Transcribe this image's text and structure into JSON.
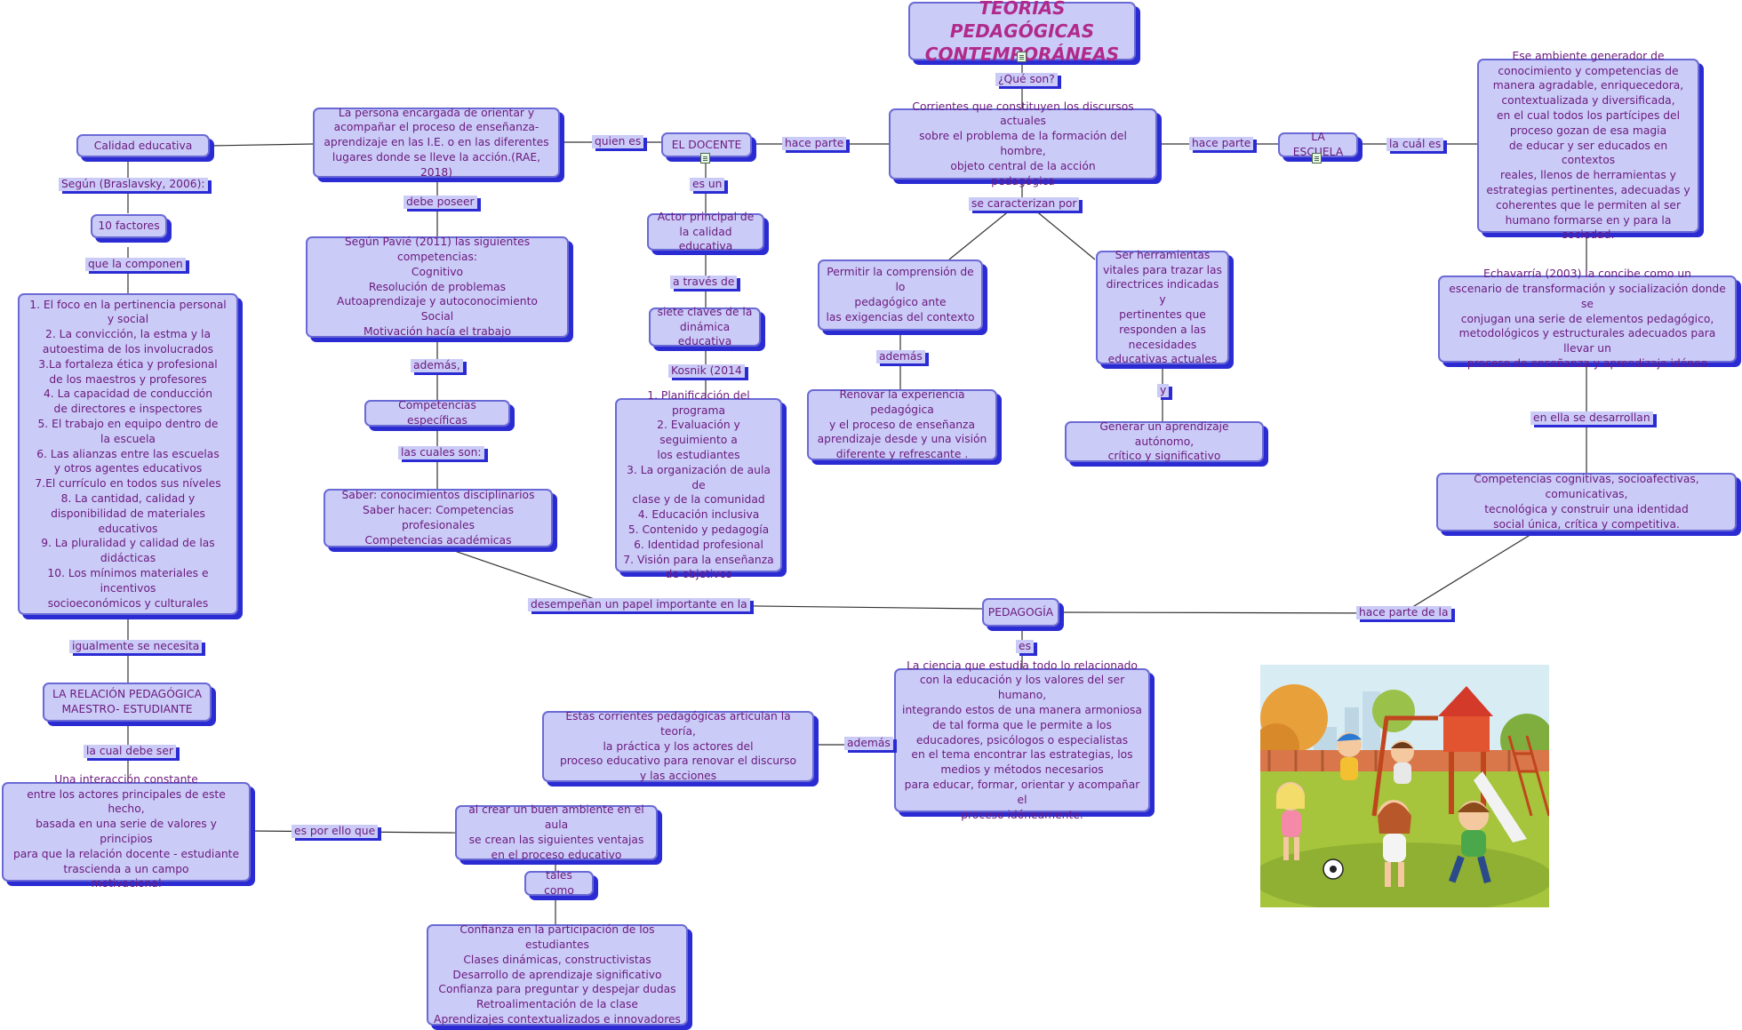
{
  "title": "TEORIAS PEDAGÓGICAS\nCONTEMPORÁNEAS",
  "nodes": {
    "que_son_def": "Corrientes que constituyen los discursos actuales\nsobre el problema de la formación del hombre,\nobjeto central de la acción\npedagógica",
    "el_docente": "EL DOCENTE",
    "la_escuela": "LA ESCUELA",
    "persona": "La persona encargada de orientar y\nacompañar el proceso de enseñanza-\naprendizaje en las I.E. o en las diferentes\nlugares donde se lleve la acción.(RAE, 2018)",
    "calidad": "Calidad educativa",
    "factores": "10 factores",
    "lista_factores": "1. El foco en la pertinencia personal\ny social\n2. La convicción, la estma y la\nautoestima de los involucrados\n3.La fortaleza ética y profesional\nde los maestros y profesores\n4. La capacidad de conducción\nde directores e inspectores\n5. El trabajo en equipo dentro de\nla escuela\n6. Las alianzas entre las escuelas\ny otros agentes educativos\n7.El currículo en todos sus níveles\n8. La cantidad, calidad y\ndisponibilidad de materiales\neducativos\n9. La pluralidad y calidad de las\ndidácticas\n10. Los mínimos materiales e incentivos\nsocioeconómicos y culturales",
    "relacion": "LA RELACIÓN PEDAGÓGICA\nMAESTRO- ESTUDIANTE",
    "interaccion": "Una interacción constante\nentre los actores principales de este hecho,\nbasada en una serie de valores y principios\npara que la relación docente - estudiante\ntrascienda a un campo\nmotivacional",
    "competencias": "Según Pavié (2011) las siguientes competencias:\nCognitivo\nResolución de problemas\nAutoaprendizaje y autoconocimiento\nSocial\nMotivación hacía el trabajo",
    "comp_especificas": "Competencias específicas",
    "saberes": "Saber: conocimientos disciplinarios\nSaber hacer: Competencias profesionales\nCompetencias académicas",
    "actor": "Actor principal de\nla calidad educativa",
    "siete": "siete claves de la\ndinámica educativa",
    "lista_claves": "1. Planificación del programa\n2. Evaluación y seguimiento a\nlos estudiantes\n3. La organización de aula de\nclase y de la comunidad\n4. Educación inclusiva\n5. Contenido y pedagogía\n6. Identidad profesional\n7. Visión para la enseñanza\nde objetivos",
    "permitir": "Permitir la comprensión de lo\npedagógico ante\nlas exigencias del contexto",
    "renovar": "Renovar la experiencia pedagógica\ny el proceso de enseñanza\naprendizaje desde y una visión\ndiferente y refrescante .",
    "herramientas": "Ser herramientas\nvitales para trazar las\ndirectrices indicadas y\npertinentes que\nresponden a las\nnecesidades\neducativas actuales",
    "generar": "Generar un aprendizaje autónomo,\ncrítico y significativo",
    "ambiente": "Ese ambiente generador de\nconocimiento y competencias de\nmanera agradable, enriquecedora,\ncontextualizada y diversificada,\nen el cual todos los partícipes del\nproceso gozan de esa magia\nde educar y ser educados en contextos\nreales, llenos de herramientas y\nestrategias pertinentes, adecuadas y\ncoherentes que le permiten al ser\nhumano formarse en y para la sociedad.",
    "echavarria": "Echavarría (2003) la concibe como un\nescenario de transformación y socialización donde se\nconjugan una serie de elementos pedagógico,\nmetodológicos y estructurales adecuados para llevar un\nproceso de enseñanza y aprendizaje idóneo",
    "comp_cognitivas": "Competencias cognitivas, socioafectivas, comunicativas,\ntecnológica y construir una identidad\nsocial única, crítica y competitiva.",
    "pedagogia": "PEDAGOGÍA",
    "ciencia": "La ciencia que estudia todo lo relacionado\ncon la educación y los valores del ser humano,\nintegrando estos de una manera armoniosa\nde tal forma que le permite a los\neducadores, psicólogos o especialistas\nen el tema encontrar las estrategias, los\nmedios y métodos necesarios\npara educar, formar, orientar y acompañar el\nproceso idóneamente.",
    "corrientes": "Estas corrientes pedagógicas articulan la teoría,\nla práctica y los actores del\nproceso educativo para renovar el discurso\ny las acciones",
    "ambiente_aula": "al crear un buen ambiente en el aula\nse crean las siguientes ventajas\nen el proceso educativo",
    "tales_como": "tales como",
    "ventajas": "Confianza en la participación de los estudiantes\nClases dinámicas, constructivistas\nDesarrollo de aprendizaje significativo\nConfianza para preguntar y despejar dudas\nRetroalimentación de la clase\nAprendizajes contextualizados e innovadores"
  },
  "labels": {
    "que_son": "¿Qué son?",
    "hace_parte_1": "hace parte",
    "hace_parte_2": "hace parte",
    "quien_es": "quien es",
    "la_cual_es": "la cuál es",
    "segun": "Según (Braslavsky, 2006):",
    "que_la_componen": "que la componen",
    "igualmente": "igualmente se necesita",
    "la_cual_debe_ser": "la cual debe ser",
    "es_por_ello": "es por ello que",
    "debe_poseer": "debe poseer",
    "ademas_1": "además,",
    "las_cuales_son": "las cuales son:",
    "desempenan": "desempeñan un papel importante en la",
    "es_un": "es un",
    "a_traves": "a través de",
    "kosnik": "Kosnik (2014",
    "se_caracterizan": "se caracterizan por",
    "ademas_2": "además",
    "y": "y",
    "en_ella": "en ella se desarrollan",
    "hace_parte_de_la": "hace parte de la",
    "es": "es",
    "ademas_3": "además"
  },
  "icons": [
    "note-icon",
    "note-icon",
    "note-icon"
  ],
  "colors": {
    "node_fill": "#cbcbf7",
    "node_border": "#6a6ad6",
    "node_shadow": "#2b2bd4",
    "text": "#6a1a7e",
    "title_text": "#b02a8c"
  }
}
